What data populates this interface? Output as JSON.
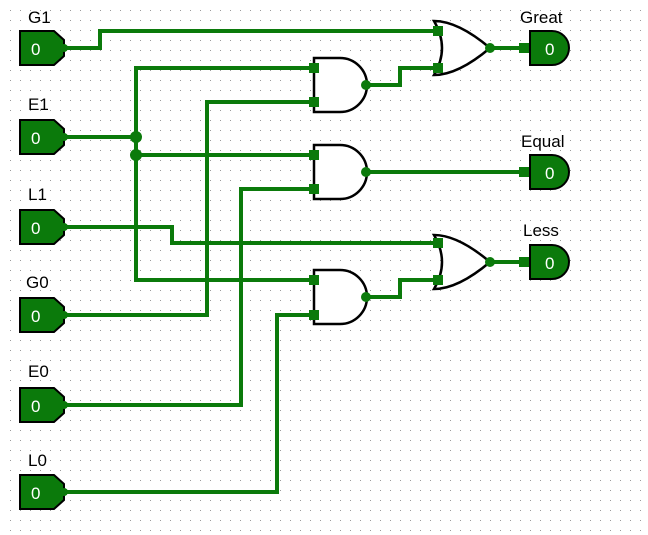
{
  "inputs": [
    {
      "id": "g1",
      "label": "G1",
      "value": "0"
    },
    {
      "id": "e1",
      "label": "E1",
      "value": "0"
    },
    {
      "id": "l1",
      "label": "L1",
      "value": "0"
    },
    {
      "id": "g0",
      "label": "G0",
      "value": "0"
    },
    {
      "id": "e0",
      "label": "E0",
      "value": "0"
    },
    {
      "id": "l0",
      "label": "L0",
      "value": "0"
    }
  ],
  "outputs": [
    {
      "id": "great",
      "label": "Great",
      "value": "0"
    },
    {
      "id": "equal",
      "label": "Equal",
      "value": "0"
    },
    {
      "id": "less",
      "label": "Less",
      "value": "0"
    }
  ],
  "colors": {
    "wire": "#0b7a0b",
    "pin_fill": "#0b7a0b",
    "gate_stroke": "#000000",
    "background": "#ffffff",
    "grid_dot": "#9a9a9a"
  }
}
